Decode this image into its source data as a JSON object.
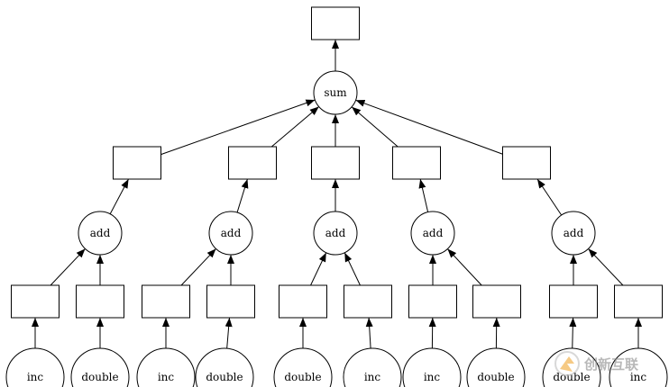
{
  "graph": {
    "kind": "task-graph",
    "nodes": [
      {
        "id": "out",
        "shape": "box",
        "label": ""
      },
      {
        "id": "sum",
        "shape": "circle",
        "label": "sum"
      },
      {
        "id": "b1",
        "shape": "box",
        "label": ""
      },
      {
        "id": "b2",
        "shape": "box",
        "label": ""
      },
      {
        "id": "b3",
        "shape": "box",
        "label": ""
      },
      {
        "id": "b4",
        "shape": "box",
        "label": ""
      },
      {
        "id": "b5",
        "shape": "box",
        "label": ""
      },
      {
        "id": "add1",
        "shape": "circle",
        "label": "add"
      },
      {
        "id": "add2",
        "shape": "circle",
        "label": "add"
      },
      {
        "id": "add3",
        "shape": "circle",
        "label": "add"
      },
      {
        "id": "add4",
        "shape": "circle",
        "label": "add"
      },
      {
        "id": "add5",
        "shape": "circle",
        "label": "add"
      },
      {
        "id": "l1",
        "shape": "box",
        "label": ""
      },
      {
        "id": "l2",
        "shape": "box",
        "label": ""
      },
      {
        "id": "l3",
        "shape": "box",
        "label": ""
      },
      {
        "id": "l4",
        "shape": "box",
        "label": ""
      },
      {
        "id": "l5",
        "shape": "box",
        "label": ""
      },
      {
        "id": "l6",
        "shape": "box",
        "label": ""
      },
      {
        "id": "l7",
        "shape": "box",
        "label": ""
      },
      {
        "id": "l8",
        "shape": "box",
        "label": ""
      },
      {
        "id": "l9",
        "shape": "box",
        "label": ""
      },
      {
        "id": "l10",
        "shape": "box",
        "label": ""
      },
      {
        "id": "f1",
        "shape": "circle",
        "label": "inc"
      },
      {
        "id": "f2",
        "shape": "circle",
        "label": "double"
      },
      {
        "id": "f3",
        "shape": "circle",
        "label": "inc"
      },
      {
        "id": "f4",
        "shape": "circle",
        "label": "double"
      },
      {
        "id": "f5",
        "shape": "circle",
        "label": "double"
      },
      {
        "id": "f6",
        "shape": "circle",
        "label": "inc"
      },
      {
        "id": "f7",
        "shape": "circle",
        "label": "inc"
      },
      {
        "id": "f8",
        "shape": "circle",
        "label": "double"
      },
      {
        "id": "f9",
        "shape": "circle",
        "label": "double"
      },
      {
        "id": "f10",
        "shape": "circle",
        "label": "inc"
      }
    ],
    "edges": [
      [
        "f1",
        "l1"
      ],
      [
        "f2",
        "l2"
      ],
      [
        "f3",
        "l3"
      ],
      [
        "f4",
        "l4"
      ],
      [
        "f5",
        "l5"
      ],
      [
        "f6",
        "l6"
      ],
      [
        "f7",
        "l7"
      ],
      [
        "f8",
        "l8"
      ],
      [
        "f9",
        "l9"
      ],
      [
        "f10",
        "l10"
      ],
      [
        "l1",
        "add1"
      ],
      [
        "l2",
        "add1"
      ],
      [
        "l3",
        "add2"
      ],
      [
        "l4",
        "add2"
      ],
      [
        "l5",
        "add3"
      ],
      [
        "l6",
        "add3"
      ],
      [
        "l7",
        "add4"
      ],
      [
        "l8",
        "add4"
      ],
      [
        "l9",
        "add5"
      ],
      [
        "l10",
        "add5"
      ],
      [
        "add1",
        "b1"
      ],
      [
        "add2",
        "b2"
      ],
      [
        "add3",
        "b3"
      ],
      [
        "add4",
        "b4"
      ],
      [
        "add5",
        "b5"
      ],
      [
        "b1",
        "sum"
      ],
      [
        "b2",
        "sum"
      ],
      [
        "b3",
        "sum"
      ],
      [
        "b4",
        "sum"
      ],
      [
        "b5",
        "sum"
      ],
      [
        "sum",
        "out"
      ]
    ]
  },
  "watermark": {
    "text": "创新互联",
    "logo_icon": "brand-logo-icon"
  }
}
